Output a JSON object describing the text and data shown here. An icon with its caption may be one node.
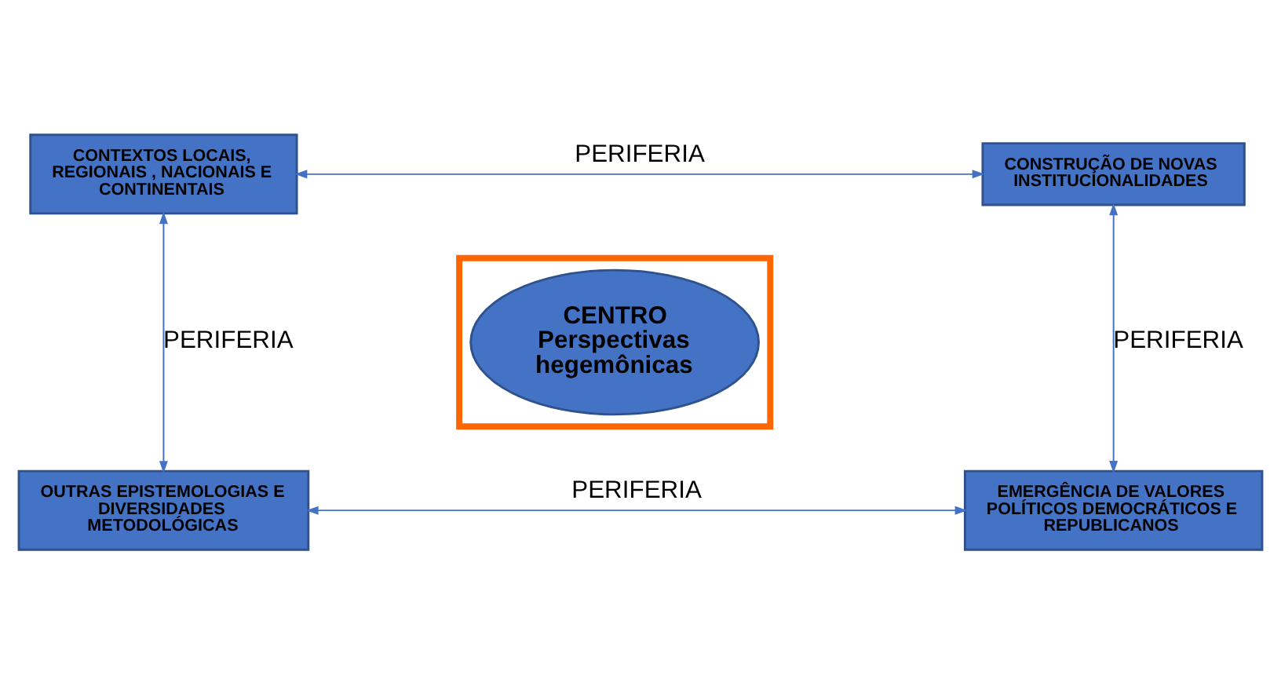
{
  "diagram": {
    "nodes": [
      {
        "text": [
          "CONTEXTOS LOCAIS, REGIONAIS , NACIONAIS E CONTINENTAIS"
        ]
      },
      {
        "text": [
          "CONSTRUÇÃO DE NOVAS INSTITUCIONALIDADES"
        ]
      },
      {
        "text": [],
        "shape": "box"
      },
      {
        "text": [
          "CENTRO",
          "Perspectivas hegemônicas"
        ],
        "in": 2
      },
      {
        "text": [
          "OUTRAS EPISTEMOLOGIAS E DIVERSIDADES METODOLÓGICAS"
        ]
      },
      {
        "text": [
          "EMERGÊNCIA DE VALORES POLÍTICOS DEMOCRÁTICOS E REPUBLICANOS"
        ]
      }
    ],
    "edges": [
      {
        "from": 0,
        "to": 1,
        "arrow": "both",
        "label": "PERIFERIA"
      },
      {
        "from": 0,
        "to": 4,
        "arrow": "both",
        "label": "PERIFERIA"
      },
      {
        "from": 1,
        "to": 5,
        "arrow": "both",
        "label": "PERIFERIA"
      },
      {
        "from": 4,
        "to": 5,
        "arrow": "both",
        "label": "PERIFERIA"
      }
    ]
  }
}
